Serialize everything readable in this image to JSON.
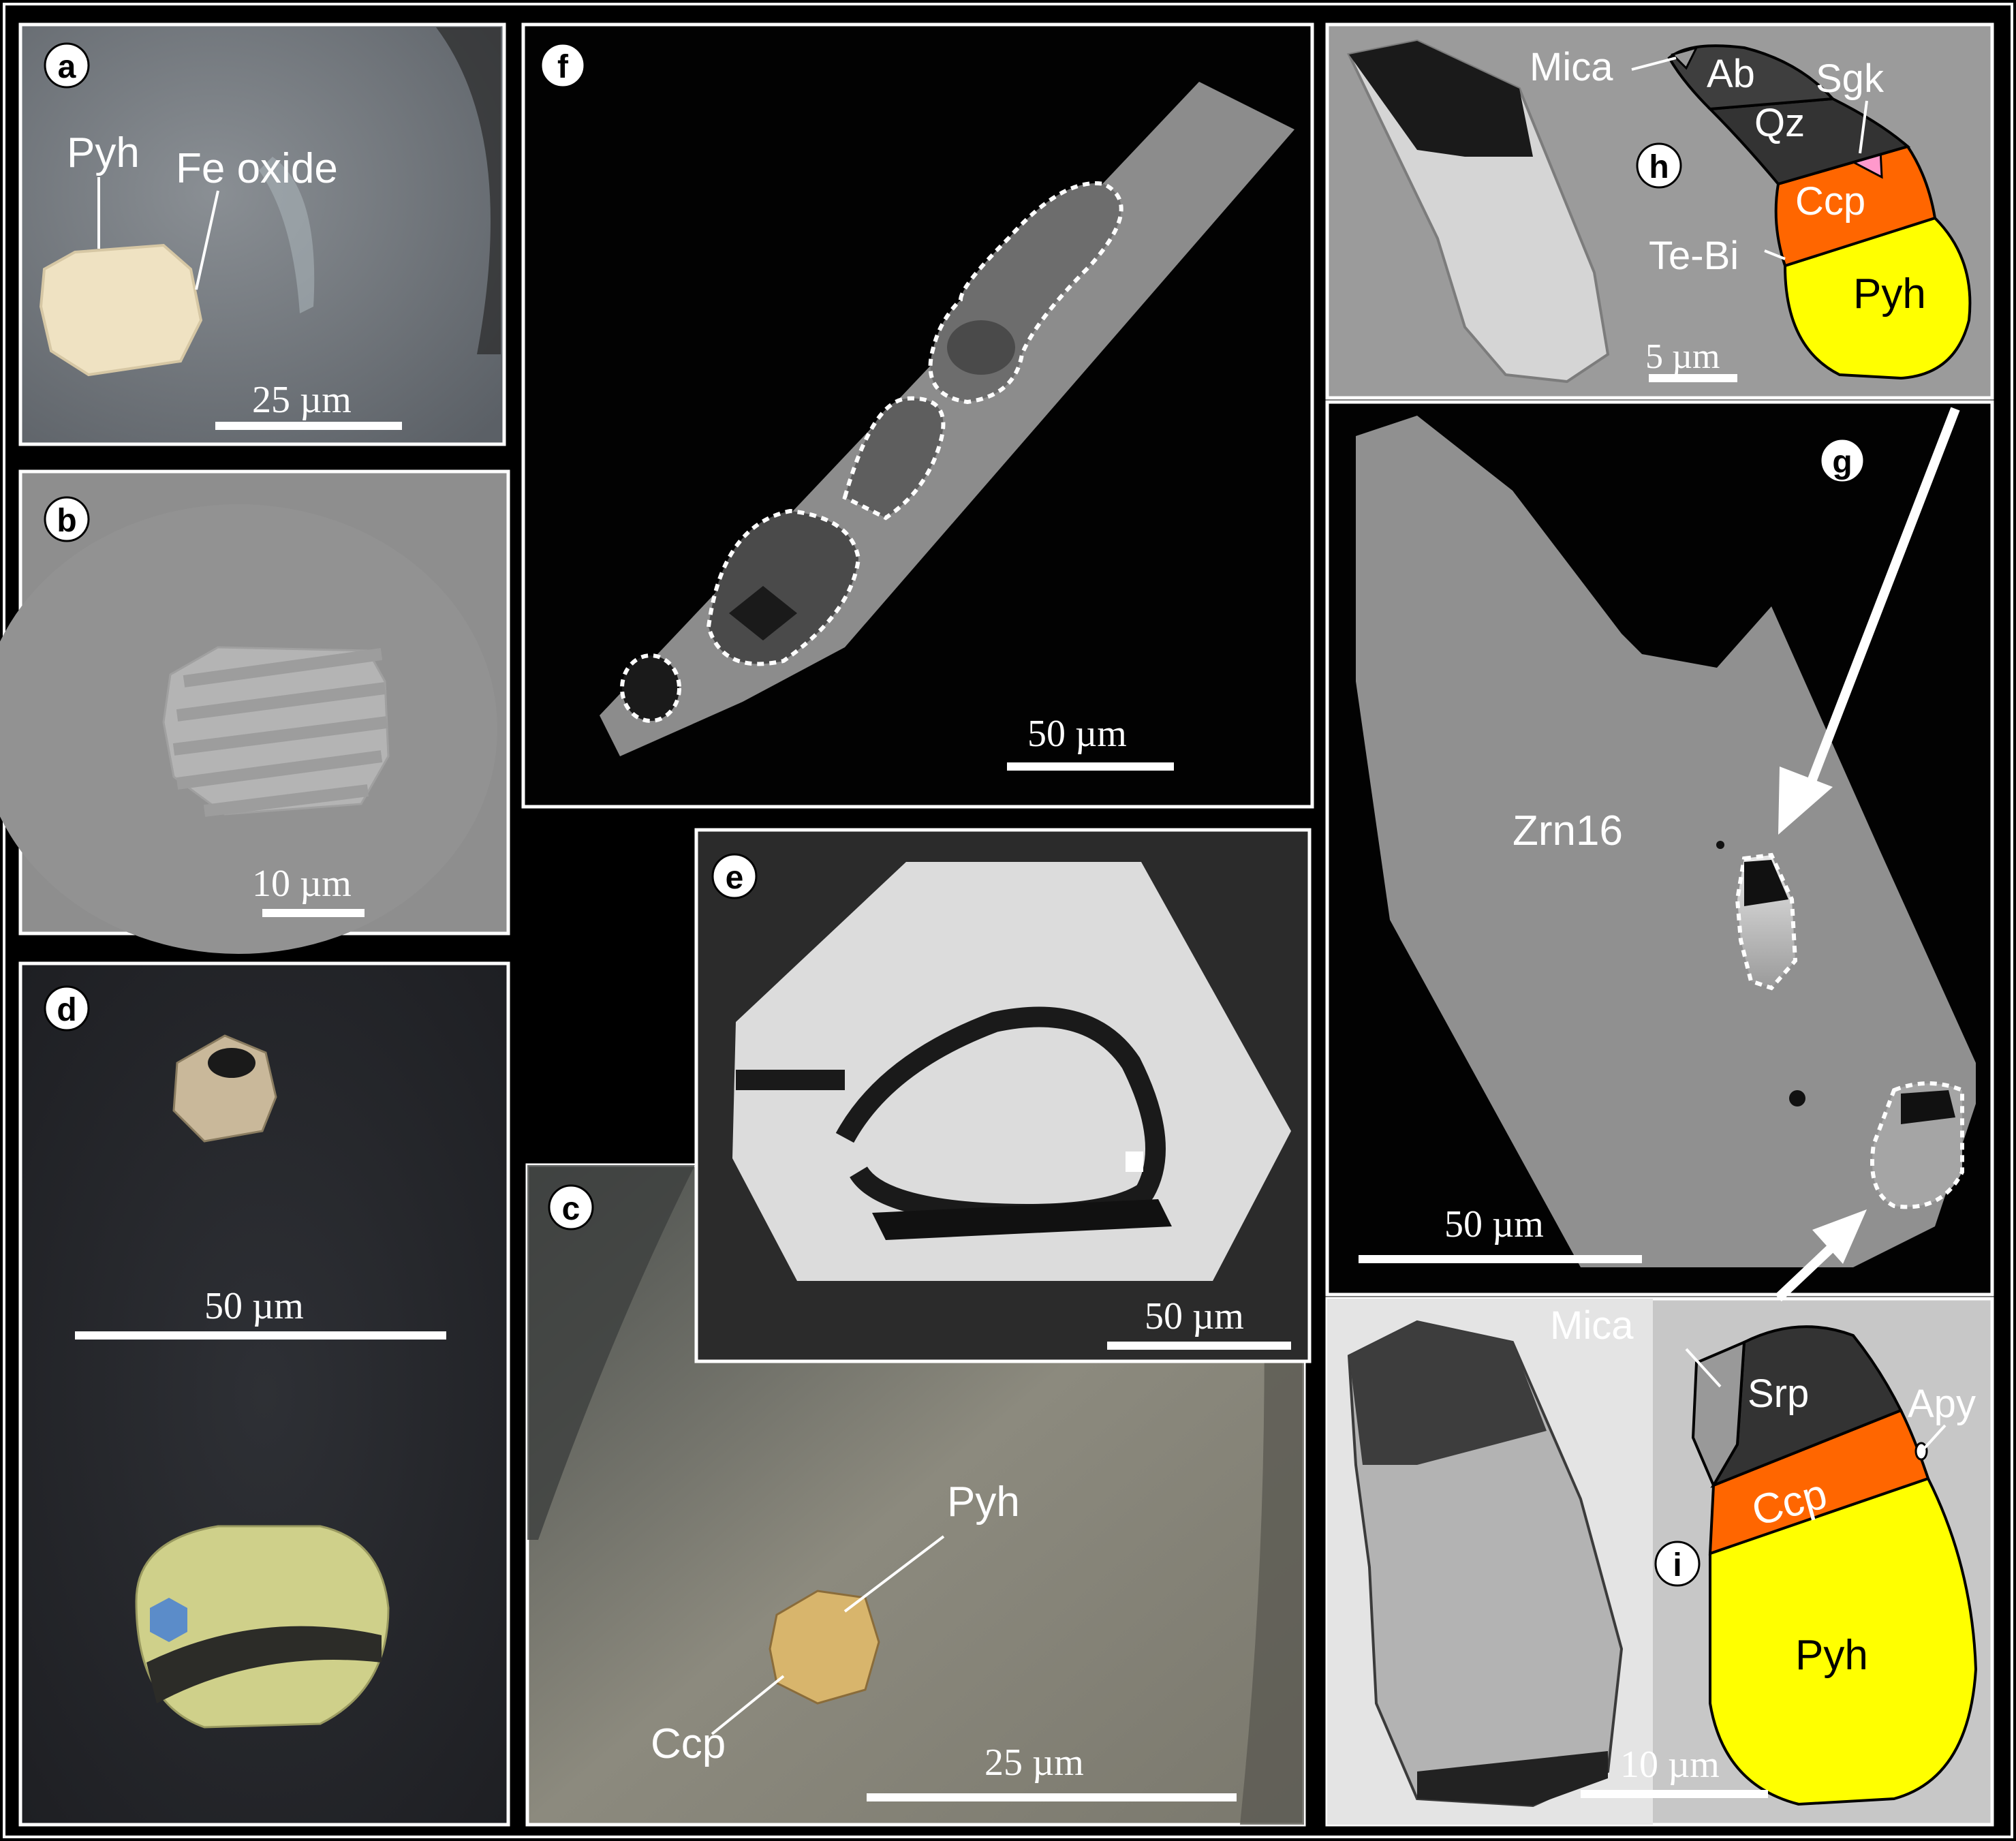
{
  "panels": {
    "a": {
      "letter": "a",
      "labels": [
        "Pyh",
        "Fe oxide"
      ],
      "scale": "25 µm"
    },
    "b": {
      "letter": "b",
      "scale": "10 µm"
    },
    "c": {
      "letter": "c",
      "labels": [
        "Pyh",
        "Ccp"
      ],
      "scale": "25 µm"
    },
    "d": {
      "letter": "d",
      "scale": "50 µm"
    },
    "e": {
      "letter": "e",
      "scale": "50 µm"
    },
    "f": {
      "letter": "f",
      "scale": "50 µm"
    },
    "g": {
      "letter": "g",
      "grain": "Zrn16",
      "scale": "50 µm"
    },
    "h": {
      "letter": "h",
      "labels": [
        "Mica",
        "Ab",
        "Sgk",
        "Qz",
        "Ccp",
        "Te-Bi",
        "Pyh"
      ],
      "scale": "5 µm"
    },
    "i": {
      "letter": "i",
      "labels": [
        "Mica",
        "Srp",
        "Apy",
        "Ccp",
        "Pyh"
      ],
      "scale": "10 µm"
    }
  },
  "colors": {
    "pyh_fill": "#ffff00",
    "ccp_fill": "#ff6600",
    "sgk_fill": "#ff99cc",
    "mica_fill": "#999999",
    "dark_phase_fill": "#333333",
    "frame": "#ffffff",
    "background": "#000000"
  }
}
